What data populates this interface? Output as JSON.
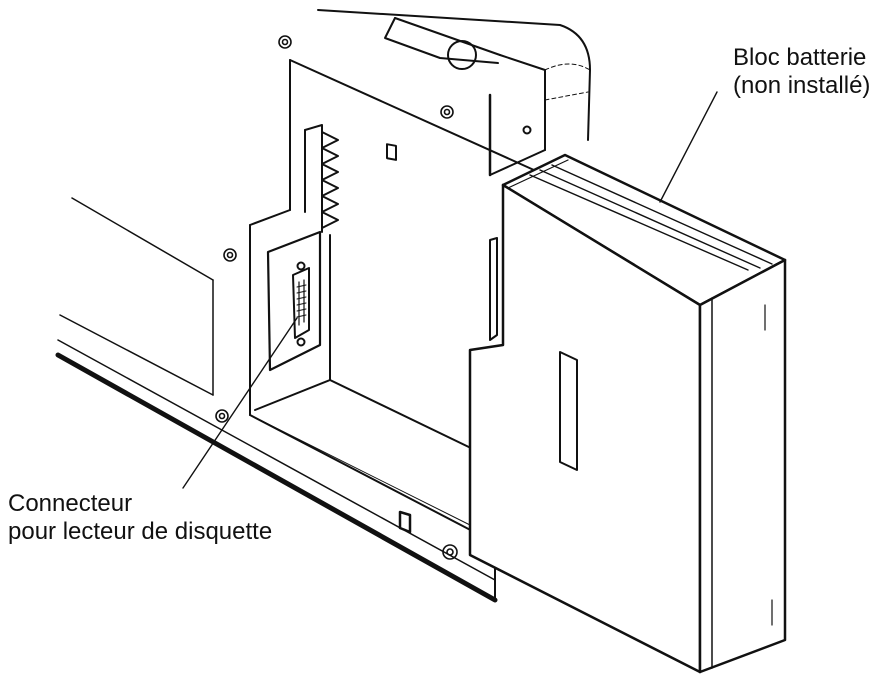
{
  "labels": {
    "battery_line1": "Bloc batterie",
    "battery_line2": "(non installé)",
    "connector_line1": "Connecteur",
    "connector_line2": "pour lecteur de disquette"
  },
  "colors": {
    "ink": "#111111",
    "paper": "#ffffff"
  }
}
